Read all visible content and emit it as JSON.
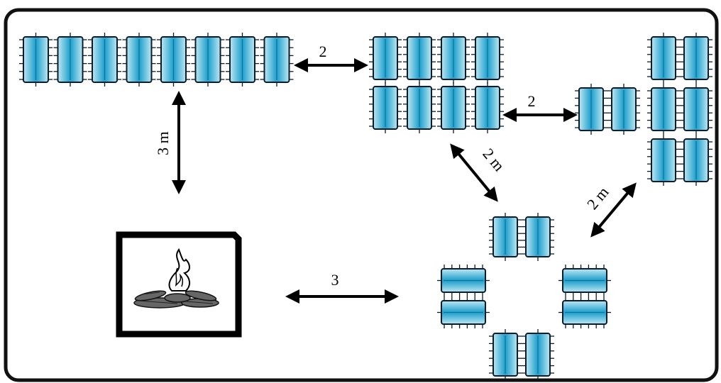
{
  "colors": {
    "frame": "#111111",
    "bed_fill": "#a8dcec",
    "bed_highlight": "#2aa6d1",
    "bed_stroke": "#0b1d2a",
    "arrow": "#000000",
    "background": "#ffffff"
  },
  "icons": {
    "campfire": "campfire-icon"
  },
  "labels": {
    "top_row_to_block": "2",
    "block_to_tshape": "2",
    "top_row_to_fire": "3 m",
    "block_to_cross": "2 m",
    "tshape_to_cross": "2 m",
    "fire_to_cross": "3"
  }
}
